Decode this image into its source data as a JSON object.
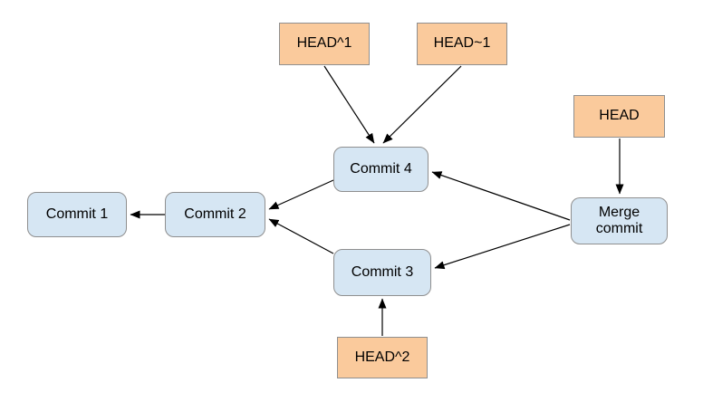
{
  "diagram": {
    "kind": "git-commit-graph",
    "colors": {
      "background": "#ffffff",
      "ref_fill": "#faca9c",
      "ref_border": "#8f8f8f",
      "commit_fill": "#d6e6f3",
      "commit_border": "#8f8f8f",
      "arrow": "#000000",
      "text": "#000000"
    },
    "nodes": {
      "head1": {
        "label": "HEAD^1",
        "kind": "ref"
      },
      "head_tilde_1": {
        "label": "HEAD~1",
        "kind": "ref"
      },
      "head": {
        "label": "HEAD",
        "kind": "ref"
      },
      "head2": {
        "label": "HEAD^2",
        "kind": "ref"
      },
      "commit1": {
        "label": "Commit 1",
        "kind": "commit"
      },
      "commit2": {
        "label": "Commit 2",
        "kind": "commit"
      },
      "commit3": {
        "label": "Commit 3",
        "kind": "commit"
      },
      "commit4": {
        "label": "Commit 4",
        "kind": "commit"
      },
      "merge_commit": {
        "label": "Merge commit",
        "kind": "commit"
      }
    },
    "edges": [
      {
        "from": "head1",
        "to": "commit4"
      },
      {
        "from": "head_tilde_1",
        "to": "commit4"
      },
      {
        "from": "head",
        "to": "merge_commit"
      },
      {
        "from": "merge_commit",
        "to": "commit4"
      },
      {
        "from": "merge_commit",
        "to": "commit3"
      },
      {
        "from": "commit4",
        "to": "commit2"
      },
      {
        "from": "commit3",
        "to": "commit2"
      },
      {
        "from": "commit2",
        "to": "commit1"
      },
      {
        "from": "head2",
        "to": "commit3"
      }
    ]
  }
}
